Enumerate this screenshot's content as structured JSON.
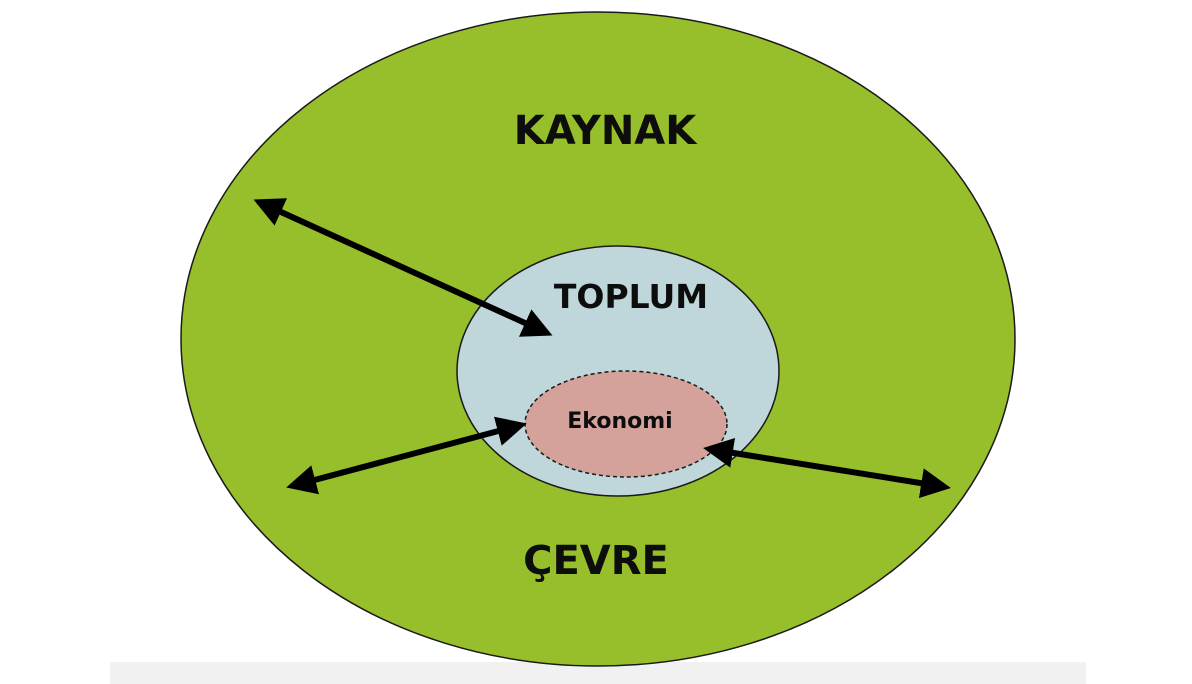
{
  "diagram": {
    "outer_label": "KAYNAK",
    "bottom_label": "ÇEVRE",
    "middle_label": "TOPLUM",
    "inner_label": "Ekonomi"
  },
  "colors": {
    "outer_fill": "#96bf2b",
    "middle_fill": "#bfd7da",
    "inner_fill": "#d4a29a",
    "stroke": "#1a1a1a",
    "arrow": "#000000"
  }
}
